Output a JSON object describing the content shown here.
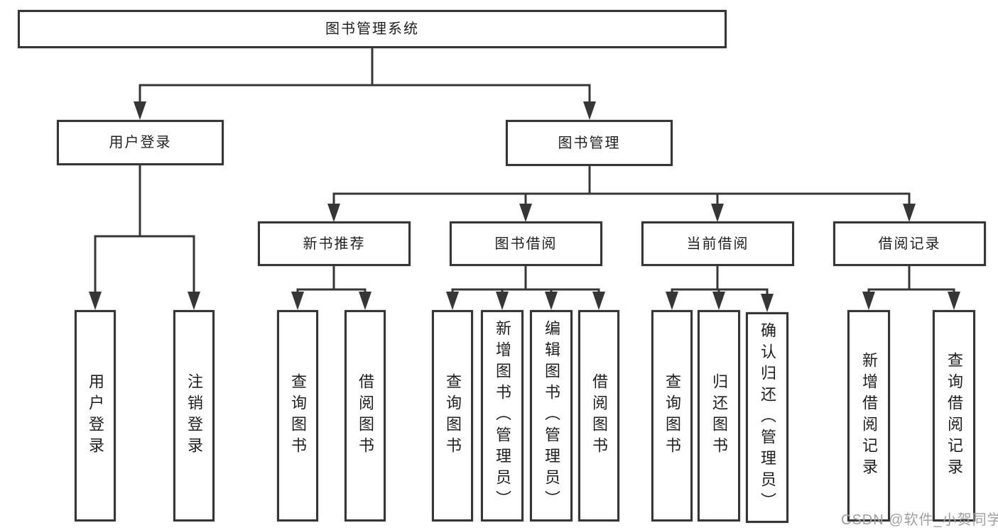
{
  "tree": {
    "label": "图书管理系统",
    "children": [
      {
        "label": "用户登录",
        "children": [
          {
            "label": "用户登录"
          },
          {
            "label": "注销登录"
          }
        ]
      },
      {
        "label": "图书管理",
        "children": [
          {
            "label": "新书推荐",
            "children": [
              {
                "label": "查询图书"
              },
              {
                "label": "借阅图书"
              }
            ]
          },
          {
            "label": "图书借阅",
            "children": [
              {
                "label": "查询图书"
              },
              {
                "label": "新增图书（管理员）"
              },
              {
                "label": "编辑图书（管理员）"
              },
              {
                "label": "借阅图书"
              }
            ]
          },
          {
            "label": "当前借阅",
            "children": [
              {
                "label": "查询图书"
              },
              {
                "label": "归还图书"
              },
              {
                "label": "确认归还（管理员）"
              }
            ]
          },
          {
            "label": "借阅记录",
            "children": [
              {
                "label": "新增借阅记录"
              },
              {
                "label": "查询借阅记录"
              }
            ]
          }
        ]
      }
    ]
  },
  "watermark": {
    "text": "CSDN @软件_小贺同学"
  },
  "colors": {
    "line": "#363636",
    "text": "#1f1f1f",
    "watermark": "#9f9f9f",
    "background": "#ffffff"
  }
}
